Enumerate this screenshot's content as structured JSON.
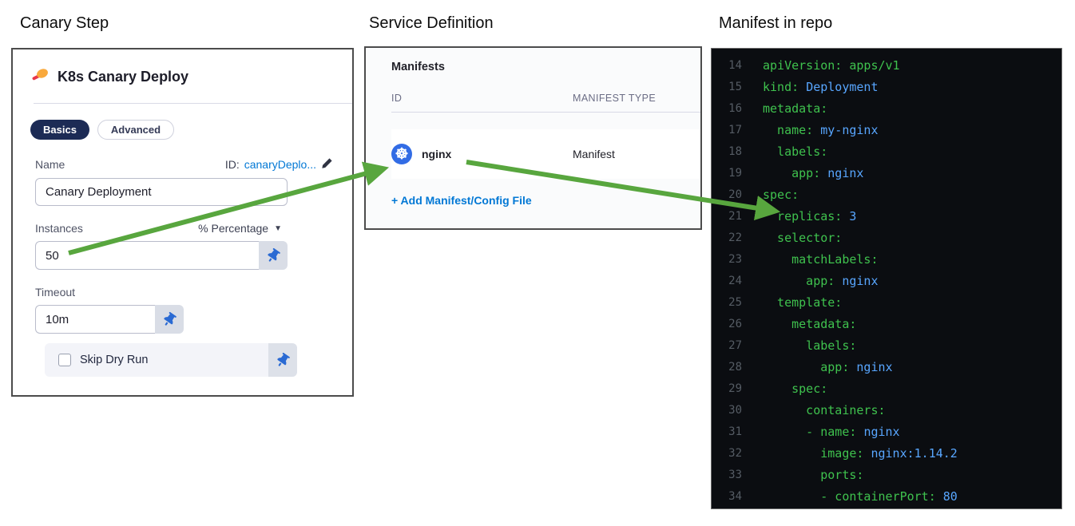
{
  "headings": {
    "left": "Canary Step",
    "middle": "Service Definition",
    "right": "Manifest in repo"
  },
  "canary_step": {
    "title": "K8s Canary Deploy",
    "tabs": [
      {
        "label": "Basics",
        "active": true
      },
      {
        "label": "Advanced",
        "active": false
      }
    ],
    "name": {
      "label": "Name",
      "id_prefix": "ID:",
      "id_value": "canaryDeplo...",
      "value": "Canary Deployment"
    },
    "instances": {
      "label": "Instances",
      "unit": "% Percentage",
      "caret": "▼",
      "value": "50"
    },
    "timeout": {
      "label": "Timeout",
      "value": "10m"
    },
    "skip_dry_run": {
      "label": "Skip Dry Run",
      "checked": false
    }
  },
  "service_definition": {
    "title": "Manifests",
    "columns": [
      "ID",
      "MANIFEST TYPE"
    ],
    "rows": [
      {
        "id": "nginx",
        "type": "Manifest",
        "icon": "kubernetes-icon"
      }
    ],
    "add_link": "+ Add Manifest/Config File"
  },
  "manifest": {
    "lines": [
      {
        "num": "14",
        "parts": [
          [
            "apiVersion: apps/v1",
            "k"
          ]
        ]
      },
      {
        "num": "15",
        "parts": [
          [
            "kind: ",
            "k"
          ],
          [
            "Deployment",
            "v"
          ]
        ]
      },
      {
        "num": "16",
        "parts": [
          [
            "metadata:",
            "k"
          ]
        ]
      },
      {
        "num": "17",
        "parts": [
          [
            "  name: ",
            "k"
          ],
          [
            "my-nginx",
            "v"
          ]
        ]
      },
      {
        "num": "18",
        "parts": [
          [
            "  labels:",
            "k"
          ]
        ]
      },
      {
        "num": "19",
        "parts": [
          [
            "    app: ",
            "k"
          ],
          [
            "nginx",
            "v"
          ]
        ]
      },
      {
        "num": "20",
        "parts": [
          [
            "spec:",
            "k"
          ]
        ]
      },
      {
        "num": "21",
        "parts": [
          [
            "  replicas: ",
            "k"
          ],
          [
            "3",
            "v"
          ]
        ]
      },
      {
        "num": "22",
        "parts": [
          [
            "  selector:",
            "k"
          ]
        ]
      },
      {
        "num": "23",
        "parts": [
          [
            "    matchLabels:",
            "k"
          ]
        ]
      },
      {
        "num": "24",
        "parts": [
          [
            "      app: ",
            "k"
          ],
          [
            "nginx",
            "v"
          ]
        ]
      },
      {
        "num": "25",
        "parts": [
          [
            "  template:",
            "k"
          ]
        ]
      },
      {
        "num": "26",
        "parts": [
          [
            "    metadata:",
            "k"
          ]
        ]
      },
      {
        "num": "27",
        "parts": [
          [
            "      labels:",
            "k"
          ]
        ]
      },
      {
        "num": "28",
        "parts": [
          [
            "        app: ",
            "k"
          ],
          [
            "nginx",
            "v"
          ]
        ]
      },
      {
        "num": "29",
        "parts": [
          [
            "    spec:",
            "k"
          ]
        ]
      },
      {
        "num": "30",
        "parts": [
          [
            "      containers:",
            "k"
          ]
        ]
      },
      {
        "num": "31",
        "parts": [
          [
            "      - name: ",
            "k"
          ],
          [
            "nginx",
            "v"
          ]
        ]
      },
      {
        "num": "32",
        "parts": [
          [
            "        image: ",
            "k"
          ],
          [
            "nginx:1.14.2",
            "v"
          ]
        ]
      },
      {
        "num": "33",
        "parts": [
          [
            "        ports:",
            "k"
          ]
        ]
      },
      {
        "num": "34",
        "parts": [
          [
            "        - containerPort: ",
            "k"
          ],
          [
            "80",
            "v"
          ]
        ]
      }
    ]
  },
  "colors": {
    "accent_blue": "#0278d5",
    "pin_blue": "#2a6ad3",
    "pill_navy": "#1c2b55",
    "k8s_blue": "#326ce5",
    "arrow_green": "#58a63e",
    "code_green": "#3fc24e",
    "code_blue": "#58a6ff",
    "code_bg": "#0b0d11"
  }
}
